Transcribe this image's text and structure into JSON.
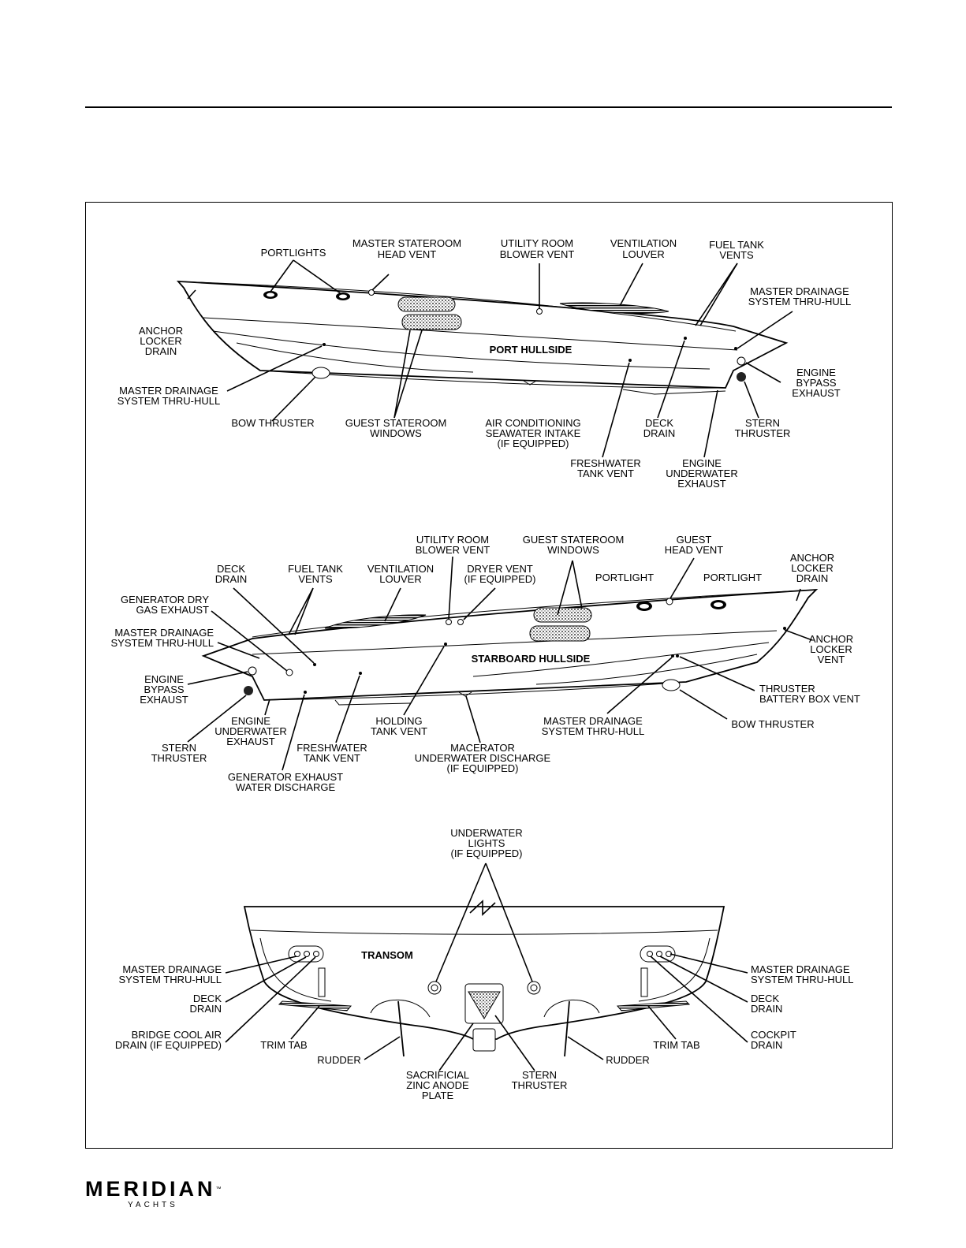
{
  "port": {
    "title": "PORT HULLSIDE",
    "labels": {
      "portlights": "PORTLIGHTS",
      "master_stateroom_head_vent": [
        "MASTER STATEROOM",
        "HEAD VENT"
      ],
      "utility_room_blower_vent": [
        "UTILITY ROOM",
        "BLOWER VENT"
      ],
      "ventilation_louver": [
        "VENTILATION",
        "LOUVER"
      ],
      "fuel_tank_vents": [
        "FUEL TANK",
        "VENTS"
      ],
      "master_drainage_stern": [
        "MASTER DRAINAGE",
        "SYSTEM THRU-HULL"
      ],
      "anchor_locker_drain": [
        "ANCHOR",
        "LOCKER",
        "DRAIN"
      ],
      "engine_bypass_exhaust": [
        "ENGINE",
        "BYPASS",
        "EXHAUST"
      ],
      "master_drainage_bow": [
        "MASTER DRAINAGE",
        "SYSTEM THRU-HULL"
      ],
      "bow_thruster": "BOW THRUSTER",
      "guest_stateroom_windows": [
        "GUEST STATEROOM",
        "WINDOWS"
      ],
      "air_conditioning": [
        "AIR CONDITIONING",
        "SEAWATER INTAKE",
        "(IF EQUIPPED)"
      ],
      "deck_drain": [
        "DECK",
        "DRAIN"
      ],
      "stern_thruster": [
        "STERN",
        "THRUSTER"
      ],
      "freshwater_tank_vent": [
        "FRESHWATER",
        "TANK VENT"
      ],
      "engine_underwater_exhaust": [
        "ENGINE",
        "UNDERWATER",
        "EXHAUST"
      ]
    }
  },
  "starboard": {
    "title": "STARBOARD HULLSIDE",
    "labels": {
      "utility_room_blower_vent": [
        "UTILITY ROOM",
        "BLOWER VENT"
      ],
      "guest_stateroom_windows": [
        "GUEST STATEROOM",
        "WINDOWS"
      ],
      "guest_head_vent": [
        "GUEST",
        "HEAD VENT"
      ],
      "anchor_locker_drain": [
        "ANCHOR",
        "LOCKER",
        "DRAIN"
      ],
      "deck_drain": [
        "DECK",
        "DRAIN"
      ],
      "fuel_tank_vents": [
        "FUEL TANK",
        "VENTS"
      ],
      "ventilation_louver": [
        "VENTILATION",
        "LOUVER"
      ],
      "dryer_vent": [
        "DRYER VENT",
        "(IF EQUIPPED)"
      ],
      "portlight_1": "PORTLIGHT",
      "portlight_2": "PORTLIGHT",
      "generator_dry_gas_exhaust": [
        "GENERATOR DRY",
        "GAS EXHAUST"
      ],
      "master_drainage_stern": [
        "MASTER DRAINAGE",
        "SYSTEM THRU-HULL"
      ],
      "anchor_locker_vent": [
        "ANCHOR",
        "LOCKER",
        "VENT"
      ],
      "engine_bypass_exhaust": [
        "ENGINE",
        "BYPASS",
        "EXHAUST"
      ],
      "thruster_battery_box_vent": [
        "THRUSTER",
        "BATTERY BOX VENT"
      ],
      "engine_underwater_exhaust": [
        "ENGINE",
        "UNDERWATER",
        "EXHAUST"
      ],
      "holding_tank_vent": [
        "HOLDING",
        "TANK VENT"
      ],
      "master_drainage_bow": [
        "MASTER DRAINAGE",
        "SYSTEM THRU-HULL"
      ],
      "bow_thruster": "BOW THRUSTER",
      "stern_thruster": [
        "STERN",
        "THRUSTER"
      ],
      "freshwater_tank_vent": [
        "FRESHWATER",
        "TANK VENT"
      ],
      "macerator": [
        "MACERATOR",
        "UNDERWATER DISCHARGE",
        "(IF EQUIPPED)"
      ],
      "generator_exhaust_water": [
        "GENERATOR EXHAUST",
        "WATER DISCHARGE"
      ]
    }
  },
  "transom": {
    "title": "TRANSOM",
    "labels": {
      "underwater_lights": [
        "UNDERWATER",
        "LIGHTS",
        "(IF EQUIPPED)"
      ],
      "master_drainage_left": [
        "MASTER DRAINAGE",
        "SYSTEM THRU-HULL"
      ],
      "deck_drain_left": [
        "DECK",
        "DRAIN"
      ],
      "bridge_cool_air": [
        "BRIDGE COOL AIR",
        "DRAIN (IF EQUIPPED)"
      ],
      "trim_tab_left": "TRIM TAB",
      "rudder_left": "RUDDER",
      "sacrificial_zinc": [
        "SACRIFICIAL",
        "ZINC ANODE",
        "PLATE"
      ],
      "stern_thruster": [
        "STERN",
        "THRUSTER"
      ],
      "rudder_right": "RUDDER",
      "trim_tab_right": "TRIM TAB",
      "master_drainage_right": [
        "MASTER DRAINAGE",
        "SYSTEM THRU-HULL"
      ],
      "deck_drain_right": [
        "DECK",
        "DRAIN"
      ],
      "cockpit_drain": [
        "COCKPIT",
        "DRAIN"
      ]
    }
  },
  "footer": {
    "brand": "MERIDIAN",
    "trademark": "™",
    "sub": "YACHTS"
  }
}
